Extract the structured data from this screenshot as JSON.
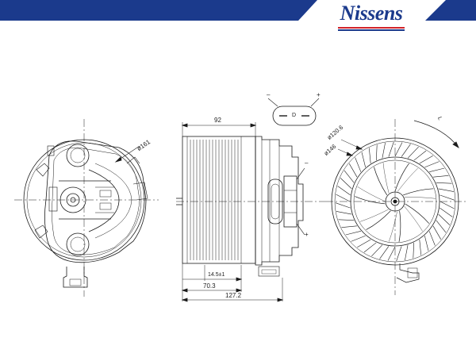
{
  "brand": {
    "name": "Nissens",
    "colors": {
      "banner": "#1b3a8c",
      "accent_red": "#d2232a",
      "line": "#1a1a1a"
    }
  },
  "connector": {
    "minus_label": "–",
    "plus_label": "+",
    "center_label": "D"
  },
  "side_view": {
    "dim_top": "92",
    "dim_shaft": "14.5±1",
    "dim_mid": "70.3",
    "dim_total": "127.2",
    "terminal_minus": "–",
    "terminal_plus": "+"
  },
  "left_view": {
    "dim_diameter": "ø161"
  },
  "right_view": {
    "dim_outer": "ø120.6",
    "dim_inner": "ø146",
    "rotation_label": "L"
  }
}
